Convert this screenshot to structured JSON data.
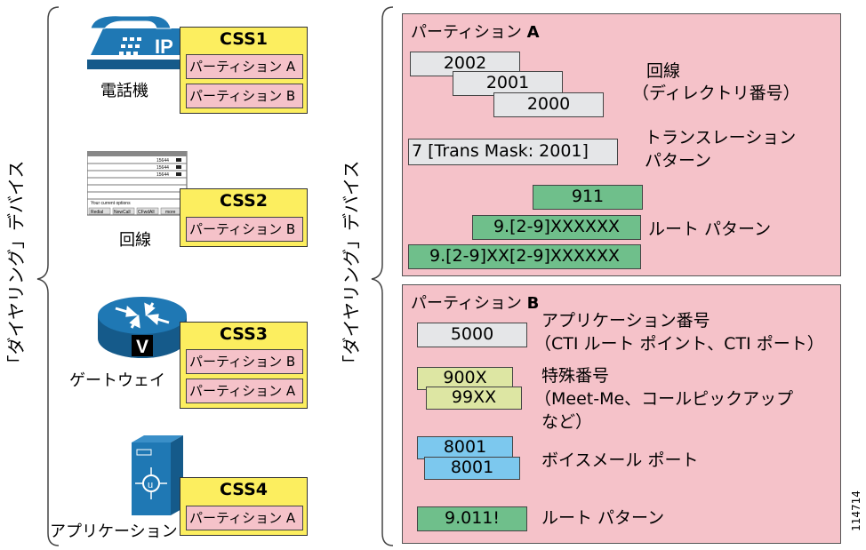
{
  "left_bracket_label": "「ダイヤリング」デバイス",
  "right_bracket_label": "「ダイヤリング」デバイス",
  "devices": [
    {
      "label": "電話機",
      "css": "CSS1",
      "partitions": [
        "パーティション A",
        "パーティション B"
      ],
      "icon": "ip-phone-icon",
      "icon_text": "IP"
    },
    {
      "label": "回線",
      "css": "CSS2",
      "partitions": [
        "パーティション B"
      ],
      "icon": "phone-display-icon",
      "screen": {
        "lines": [
          "15644",
          "15644",
          "15644"
        ],
        "options_text": "Your current options",
        "softkeys": [
          "Redial",
          "NewCall",
          "CFwdAll",
          "more"
        ]
      }
    },
    {
      "label": "ゲートウェイ",
      "css": "CSS3",
      "partitions": [
        "パーティション B",
        "パーティション A"
      ],
      "icon": "voice-gateway-icon",
      "icon_text": "V"
    },
    {
      "label": "アプリケーション",
      "css": "CSS4",
      "partitions": [
        "パーティション A"
      ],
      "icon": "application-server-icon"
    }
  ],
  "partition_a": {
    "title_prefix": "パーティション ",
    "title_letter": "A",
    "lines": [
      "2002",
      "2001",
      "2000"
    ],
    "lines_desc": [
      "回線",
      "（ディレクトリ番号）"
    ],
    "translation": "7 [Trans Mask: 2001]",
    "translation_desc": [
      "トランスレーション",
      "パターン"
    ],
    "routes": [
      "911",
      "9.[2-9]XXXXXX",
      "9.[2-9]XX[2-9]XXXXXX"
    ],
    "routes_desc": "ルート パターン"
  },
  "partition_b": {
    "title_prefix": "パーティション ",
    "title_letter": "B",
    "app": "5000",
    "app_desc": [
      "アプリケーション番号",
      "（CTI ルート ポイント、CTI ポート）"
    ],
    "special": [
      "900X",
      "99XX"
    ],
    "special_desc": [
      "特殊番号",
      "（Meet-Me、コールピックアップ",
      "など）"
    ],
    "voicemail": [
      "8001",
      "8001"
    ],
    "voicemail_desc": "ボイスメール ポート",
    "route": "9.011!",
    "route_desc": "ルート パターン"
  },
  "figure_id": "114714",
  "colors": {
    "css_box": "#fcee5f",
    "partition": "#f5c2c9",
    "line_number": "#e5e6e8",
    "route_pattern": "#6fbf8b",
    "special_number": "#dde6a3",
    "voicemail": "#7cc8ee",
    "device_icon": "#1f78b4"
  }
}
